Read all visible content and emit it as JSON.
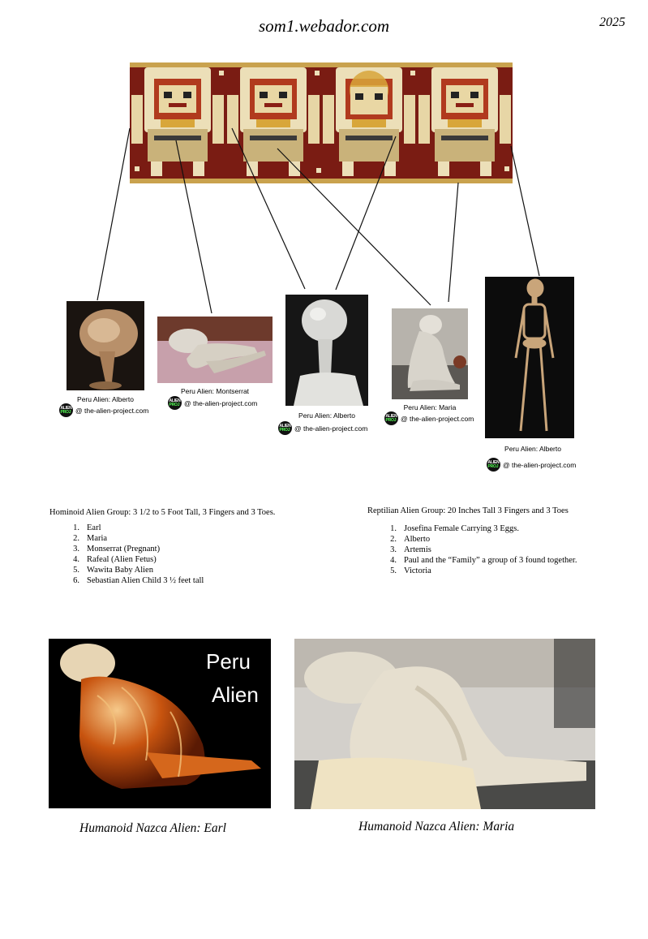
{
  "header": {
    "site": "som1.webador.com",
    "year": "2025"
  },
  "specimens": [
    {
      "caption": "Peru Alien: Alberto",
      "credit": "@ the-alien-project.com"
    },
    {
      "caption": "Peru Alien: Montserrat",
      "credit": "@ the-alien-project.com"
    },
    {
      "caption": "Peru Alien: Alberto",
      "credit": "@ the-alien-project.com"
    },
    {
      "caption": "Peru Alien:  Maria",
      "credit": "@ the-alien-project.com"
    },
    {
      "caption": "Peru Alien: Alberto",
      "credit": "@ the-alien-project.com"
    }
  ],
  "logo_text": {
    "line1": "ALIEN",
    "line2": "PROJ"
  },
  "hominoid": {
    "heading": "Hominoid Alien Group:  3 1/2 to 5 Foot Tall, 3 Fingers and 3 Toes.",
    "items": [
      {
        "num": "1.",
        "text": "Earl"
      },
      {
        "num": "2.",
        "text": "Maria"
      },
      {
        "num": "3.",
        "text": "Monserrat (Pregnant)"
      },
      {
        "num": "4.",
        "text": "Rafeal (Alien Fetus)"
      },
      {
        "num": "5.",
        "text": "Wawita Baby Alien"
      },
      {
        "num": "6.",
        "text": "Sebastian Alien Child 3 ½ feet tall"
      }
    ]
  },
  "reptilian": {
    "heading": "Reptilian Alien Group:   20 Inches Tall 3 Fingers and 3 Toes",
    "items": [
      {
        "num": "1.",
        "text": "Josefina   Female Carrying 3 Eggs."
      },
      {
        "num": "2.",
        "text": "Alberto"
      },
      {
        "num": "3.",
        "text": "Artemis"
      },
      {
        "num": "4.",
        "text": "Paul and the “Family” a group of 3 found together."
      },
      {
        "num": "5.",
        "text": "Victoria"
      }
    ]
  },
  "earl_photo_text": {
    "line1": "Peru",
    "line2": "Alien"
  },
  "bottom_captions": {
    "earl": "Humanoid Nazca Alien: Earl",
    "maria": "Humanoid Nazca Alien: Maria"
  },
  "colors": {
    "textile_red": "#8a1f14",
    "textile_cream": "#ecdfb8",
    "textile_gold": "#d8a63a",
    "ct_orange": "#c8540f",
    "plaster": "#e8e2d4"
  }
}
